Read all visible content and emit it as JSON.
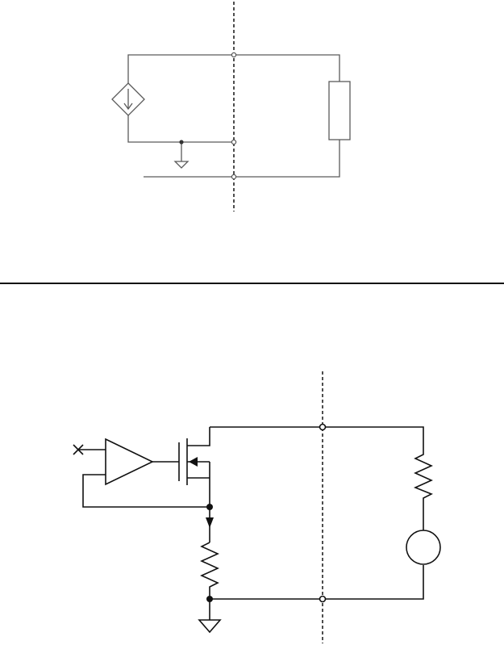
{
  "diagrams": [
    {
      "components": [
        "dependent-current-source",
        "resistor",
        "ground",
        "terminals",
        "boundary-line"
      ]
    },
    {
      "components": [
        "op-amp",
        "mosfet",
        "sense-resistor",
        "load-resistor",
        "voltage-source",
        "ground",
        "terminals",
        "boundary-line"
      ]
    }
  ]
}
